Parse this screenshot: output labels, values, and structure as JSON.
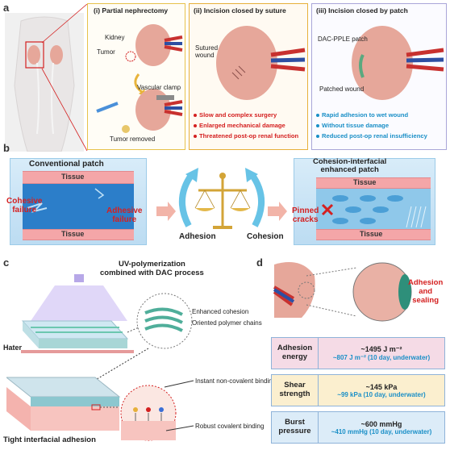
{
  "panel_a": {
    "label": "a",
    "box_i": {
      "title": "(i)   Partial nephrectomy",
      "kidney": "Kidney",
      "tumor": "Tumor",
      "clamp": "Vascular clamp",
      "removed": "Tumor removed"
    },
    "box_ii": {
      "title": "(ii)  Incision closed by suture",
      "wound": "Sutured\nwound",
      "bullets": [
        "Slow and complex surgery",
        "Enlarged mechanical damage",
        "Threatened post-op renal function"
      ]
    },
    "box_iii": {
      "title": "(iii)  Incision closed by patch",
      "patch": "DAC-PPLE patch",
      "wound": "Patched wound",
      "bullets": [
        "Rapid adhesion to wet wound",
        "Without tissue damage",
        "Reduced post-op renal insufficiency"
      ]
    }
  },
  "panel_b": {
    "label": "b",
    "left_title": "Conventional patch",
    "tissue": "Tissue",
    "cohesive_failure": "Cohesive\nfailure",
    "adhesive_failure": "Adhesive\nfailure",
    "adhesion": "Adhesion",
    "cohesion": "Cohesion",
    "right_title": "Cohesion-interfacial\nenhanced patch",
    "pinned_cracks": "Pinned\ncracks"
  },
  "panel_c": {
    "label": "c",
    "title": "UV-polymerization\ncombined with DAC process",
    "enhanced_cohesion": "Enhanced cohesion",
    "oriented_chains": "Oriented polymer chains",
    "hater": "Hater",
    "instant_binding": "Instant non-covalent binding",
    "robust_binding": "Robust covalent binding",
    "tight_adhesion": "Tight interfacial adhesion"
  },
  "panel_d": {
    "label": "d",
    "adhesion_sealing": "Adhesion\nand\nsealing",
    "rows": [
      {
        "label": "Adhesion\nenergy",
        "main": "~1495 J m⁻²",
        "sub": "~807 J m⁻² (10 day, underwater)",
        "bg": "#f5dbe6"
      },
      {
        "label": "Shear\nstrength",
        "main": "~145 kPa",
        "sub": "~99 kPa (10 day, underwater)",
        "bg": "#fbefcf"
      },
      {
        "label": "Burst\npressure",
        "main": "~600 mmHg",
        "sub": "~410 mmHg (10 day, underwater)",
        "bg": "#dcecf8"
      }
    ]
  },
  "colors": {
    "red": "#d42020",
    "blue": "#1a8fc7",
    "kidney": "#e6a79a",
    "tissue": "#f4a6a8"
  }
}
